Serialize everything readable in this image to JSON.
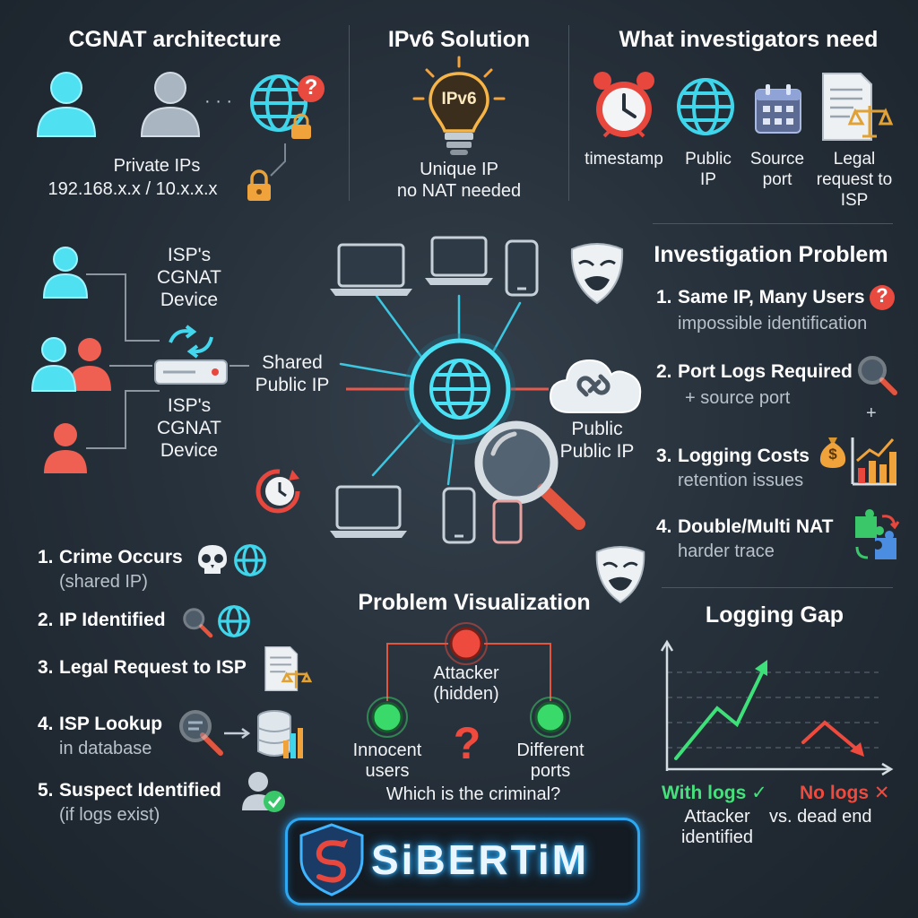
{
  "cgnat": {
    "title": "CGNAT architecture",
    "ellipsis": "· · ·",
    "private_ips_line1": "Private IPs",
    "private_ips_line2": "192.168.x.x / 10.x.x.x",
    "question": "?"
  },
  "ipv6": {
    "title": "IPv6 Solution",
    "bulb_label": "IPv6",
    "line1": "Unique IP",
    "line2": "no NAT needed"
  },
  "investigators": {
    "title": "What investigators need",
    "items": [
      {
        "label": "timestamp",
        "icon": "alarm-clock-icon"
      },
      {
        "label": "Public IP",
        "icon": "globe-icon"
      },
      {
        "label": "Source port",
        "icon": "calendar-grid-icon"
      },
      {
        "label": "Legal request to ISP",
        "icon": "legal-document-icon"
      }
    ]
  },
  "network": {
    "cgnat_device_top": "ISP's CGNAT Device",
    "cgnat_device_bottom": "ISP's CGNAT Device",
    "shared_public_ip": "Shared Public IP",
    "public_ip_cloud": "Public Public IP"
  },
  "problem": {
    "title": "Investigation Problem",
    "items": [
      {
        "num": "1.",
        "title": "Same IP, Many Users",
        "sub": "impossible identification"
      },
      {
        "num": "2.",
        "title": "Port Logs Required",
        "sub": "+ source port"
      },
      {
        "num": "3.",
        "title": "Logging Costs",
        "sub": "retention issues"
      },
      {
        "num": "4.",
        "title": "Double/Multi NAT",
        "sub": "harder trace"
      }
    ],
    "plus": "+",
    "question": "?",
    "money": "$"
  },
  "steps": {
    "items": [
      {
        "num": "1.",
        "title": "Crime Occurs",
        "sub": "(shared IP)"
      },
      {
        "num": "2.",
        "title": "IP Identified",
        "sub": ""
      },
      {
        "num": "3.",
        "title": "Legal Request to ISP",
        "sub": ""
      },
      {
        "num": "4.",
        "title": "ISP Lookup",
        "sub": "in database"
      },
      {
        "num": "5.",
        "title": "Suspect Identified",
        "sub": "(if logs exist)"
      }
    ]
  },
  "visualization": {
    "title": "Problem Visualization",
    "attacker": "Attacker (hidden)",
    "innocent": "Innocent users",
    "different": "Different ports",
    "question": "?",
    "caption": "Which is the criminal?"
  },
  "logging_gap": {
    "title": "Logging Gap",
    "with_logs": "With logs",
    "no_logs": "No logs",
    "attacker_identified": "Attacker identified",
    "dead_end": "vs. dead end",
    "check": "✓",
    "cross": "✕"
  },
  "brand": {
    "name": "SiBERTiM"
  },
  "colors": {
    "cyan": "#35d4ea",
    "red": "#ef5a4e",
    "green": "#39d96a",
    "orange": "#f39a2b",
    "background": "#27313b"
  }
}
